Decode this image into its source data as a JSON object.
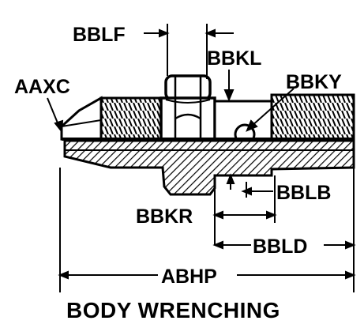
{
  "labels": {
    "bblf": "BBLF",
    "bbkl": "BBKL",
    "aaxc": "AAXC",
    "bbky": "BBKY",
    "bblb": "BBLB",
    "bbkr": "BBKR",
    "bbld": "BBLD",
    "abhp": "ABHP"
  },
  "caption": "BODY WRENCHING",
  "colors": {
    "ink": "#000000",
    "paper": "#ffffff"
  }
}
